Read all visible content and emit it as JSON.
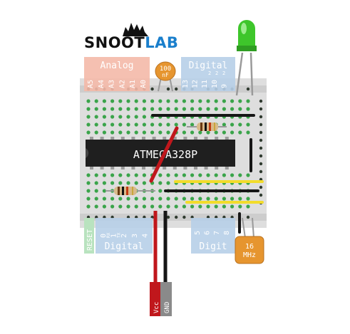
{
  "brand": {
    "part1": "SNOOT",
    "part2": "LAB",
    "dark": "#111111",
    "accent": "#1a7fcc"
  },
  "board": {
    "header_analog": "Analog",
    "header_digital_top": "Digital",
    "header_digital_bottom_left": "Digital",
    "header_digital_bottom_right": "Digit",
    "analog_pins": [
      "A5",
      "A4",
      "A3",
      "A2",
      "A1",
      "A0"
    ],
    "digital_top_pins": [
      "13",
      "12",
      "11",
      "10",
      "9"
    ],
    "digital_top_small": [
      "2",
      "2",
      "2"
    ],
    "digital_bottom_left_pins": [
      "0",
      "1",
      "2",
      "3",
      "4"
    ],
    "rx_tx": [
      "RX",
      "TX"
    ],
    "digital_bottom_right_pins": [
      "5",
      "6",
      "7",
      "8"
    ],
    "reset_label": "RESET",
    "chip_label": "ATMEGA328P",
    "cap_value": "100",
    "cap_unit": "nF",
    "crystal_value": "16",
    "crystal_unit": "MHz",
    "wire_vcc": "Vcc",
    "wire_gnd": "GND",
    "colors": {
      "board": "#dedede",
      "hole_green": "#3aa44a",
      "hole_dark": "#2f3a2f",
      "analog_header": "#f4b9a8",
      "digital_header": "#b7cfe8",
      "reset_header": "#b9e3bf",
      "chip": "#1f1f1f",
      "red_wire": "#c0171c",
      "yellow_wire": "#f2dc2b",
      "led_green": "#3ec62b",
      "cap_orange": "#e6952f",
      "crystal_orange": "#e6952f"
    }
  }
}
